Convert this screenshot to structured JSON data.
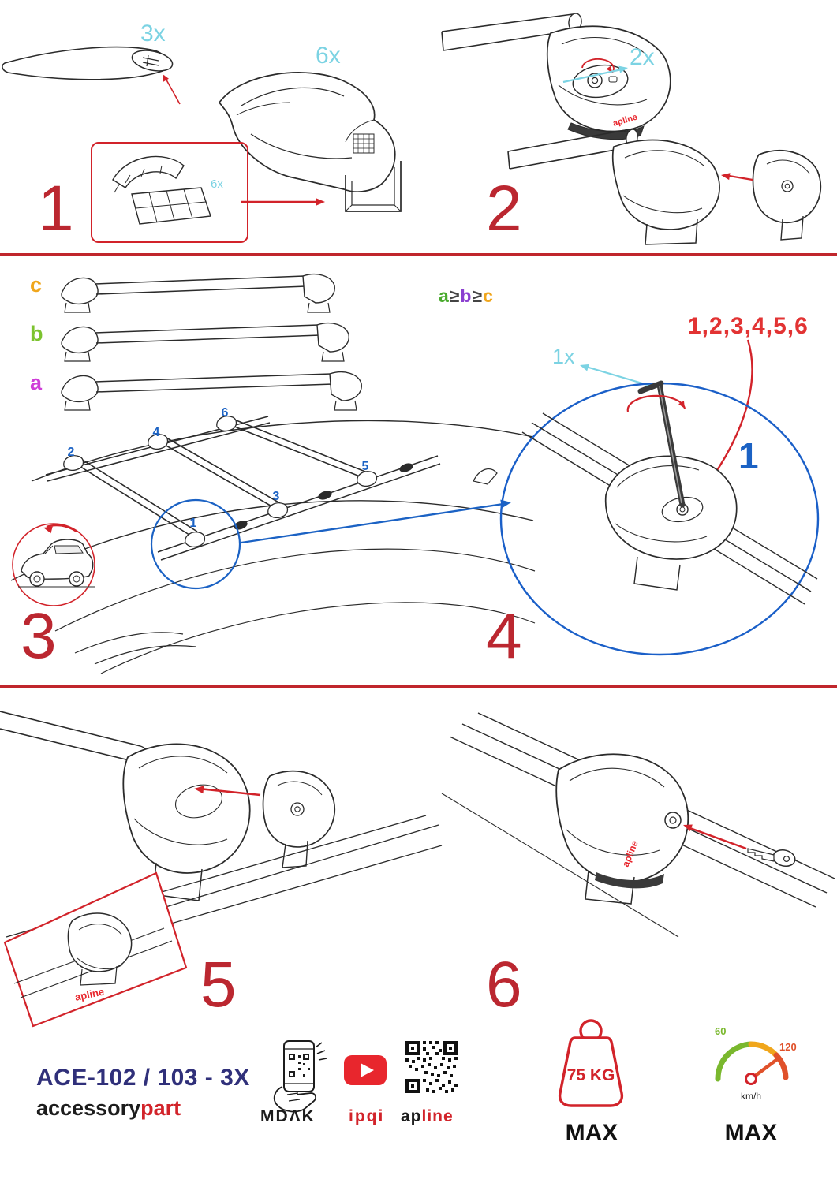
{
  "steps": {
    "s1": {
      "number": "1",
      "bar_qty": "3x",
      "foot_qty": "6x",
      "pad_qty": "6x"
    },
    "s2": {
      "number": "2",
      "cover_qty": "2x",
      "brand": "apline"
    },
    "s3": {
      "number": "3",
      "label_a": "a",
      "label_b": "b",
      "label_c": "c",
      "rule_a": "a",
      "rule_gte1": "≥",
      "rule_b": "b",
      "rule_gte2": "≥",
      "rule_c": "c",
      "pos1": "1",
      "pos2": "2",
      "pos3": "3",
      "pos4": "4",
      "pos5": "5",
      "pos6": "6"
    },
    "s4": {
      "number": "4",
      "key_qty": "1x",
      "sequence": "1,2,3,4,5,6",
      "first": "1"
    },
    "s5": {
      "number": "5",
      "brand": "apline"
    },
    "s6": {
      "number": "6",
      "brand": "apline"
    }
  },
  "footer": {
    "model": "ACE-102 / 103 - 3X",
    "maker_black": "accessory",
    "maker_red": "part",
    "app_label": "MDΛK",
    "channel_label": "ipqi",
    "brand_black": "ap",
    "brand_red": "line",
    "weight_limit": "75 KG",
    "weight_max": "MAX",
    "speed_low": "60",
    "speed_high": "120",
    "speed_unit": "km/h",
    "speed_max": "MAX"
  },
  "colors": {
    "arrow_red": "#d2232a",
    "step_red": "#bb2730",
    "cyan": "#7cd3e3",
    "blue": "#1b62c4",
    "navy": "#30307a"
  }
}
